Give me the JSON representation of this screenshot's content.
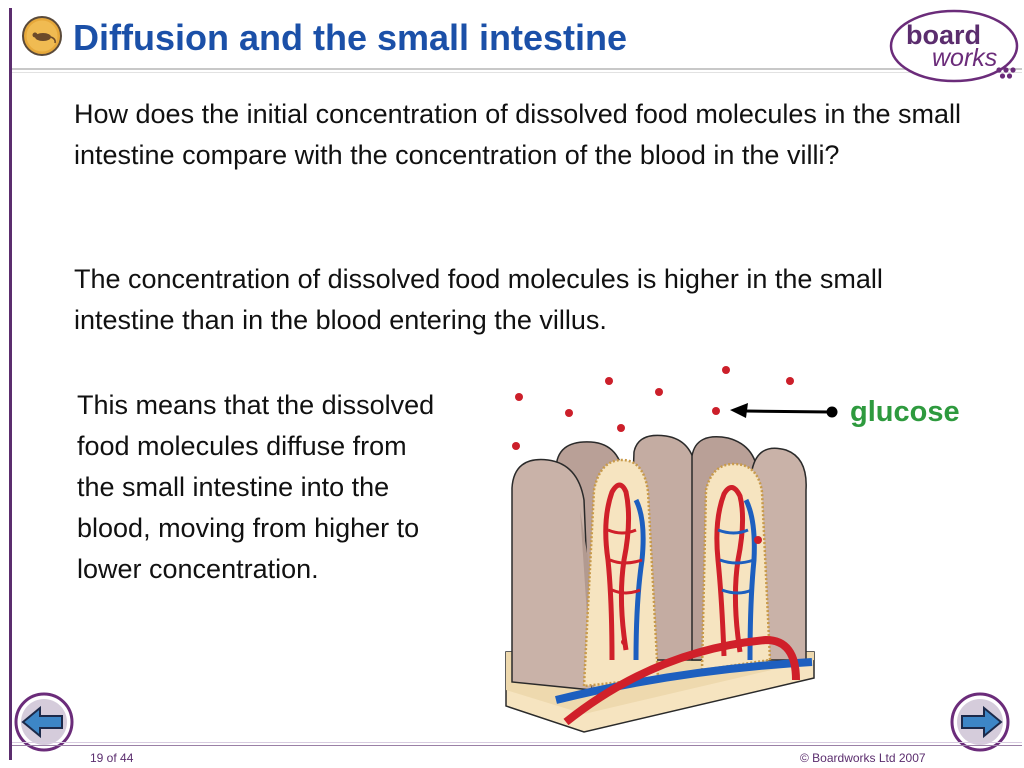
{
  "slide": {
    "title": "Diffusion and the small intestine",
    "question": "How does the initial concentration of dissolved food molecules in the small intestine compare with the concentration of the blood in the villi?",
    "answer": "The concentration of dissolved food molecules is higher in the small intestine than in the blood entering the villus.",
    "explanation": "This means that the dissolved food molecules diffuse from the small intestine into the blood, moving from higher to lower concentration."
  },
  "diagram": {
    "label": "glucose",
    "colors": {
      "particle": "#cc1f2a",
      "artery": "#d0202a",
      "vein": "#1d5fbf",
      "villus": "#c9b2a8",
      "core": "#f6e4c0"
    }
  },
  "logo": {
    "line1": "board",
    "line2": "works"
  },
  "footer": {
    "page_count": "19 of 44",
    "copyright": "© Boardworks Ltd 2007"
  },
  "colors": {
    "title": "#1b50a8",
    "accent": "#5b2d6e",
    "label": "#2e9a3e"
  },
  "icons": {
    "title": "mouse-badge-icon",
    "prev": "arrow-left-icon",
    "next": "arrow-right-icon"
  }
}
